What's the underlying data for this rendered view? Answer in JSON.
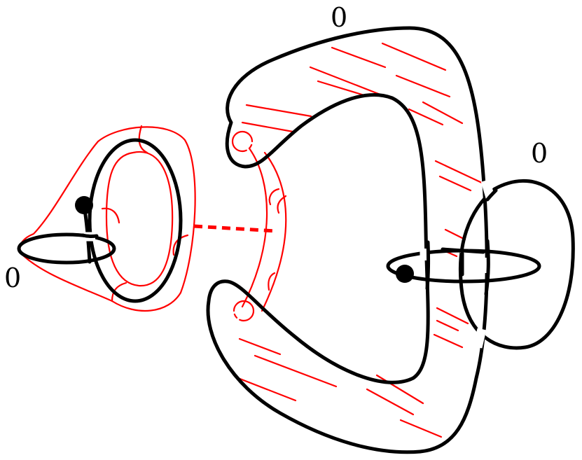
{
  "labels": {
    "top_handle": "0",
    "right_loop": "0",
    "left_ring": "0"
  },
  "colors": {
    "stroke": "#000000",
    "surface": "#ff0000",
    "background": "#ffffff"
  }
}
